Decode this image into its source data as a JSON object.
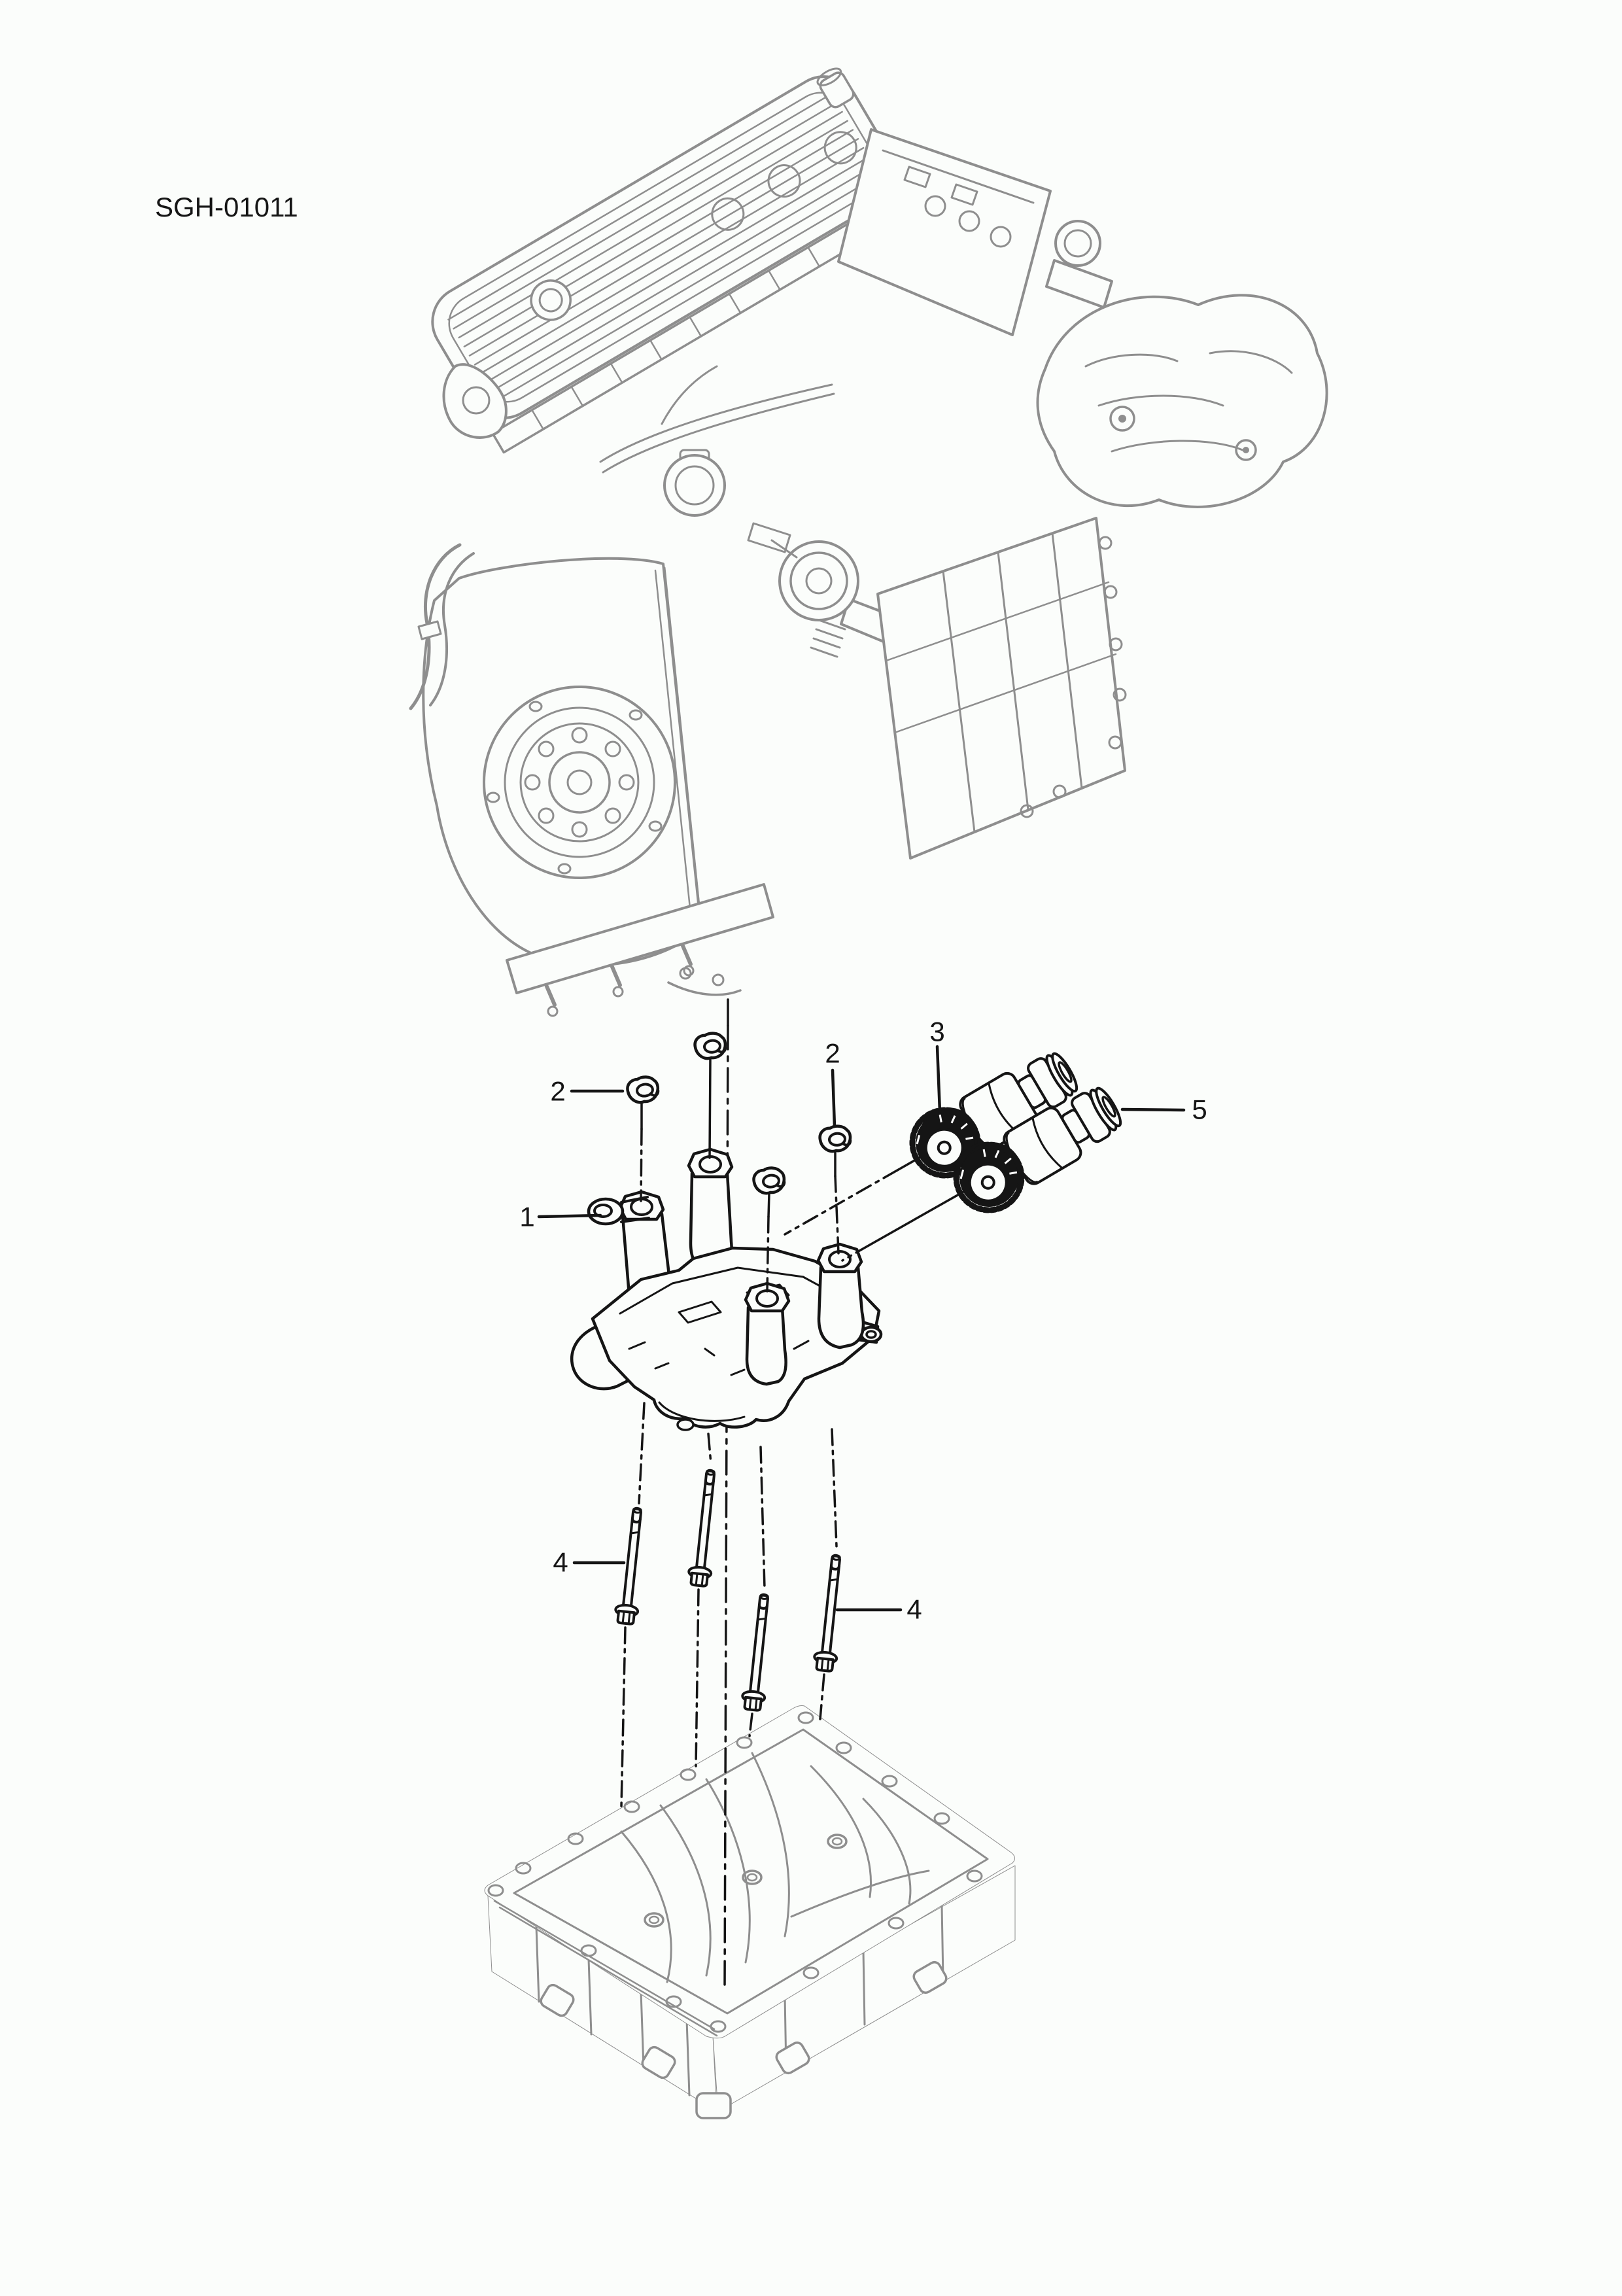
{
  "page": {
    "code": "SGH-01011"
  },
  "colors": {
    "background": "#fbfdfb",
    "ink": "#151515",
    "muted": "#8e8e8e"
  },
  "callouts": [
    {
      "label": "1"
    },
    {
      "label": "2"
    },
    {
      "label": "2"
    },
    {
      "label": "3"
    },
    {
      "label": "4"
    },
    {
      "label": "4"
    },
    {
      "label": "5"
    }
  ]
}
